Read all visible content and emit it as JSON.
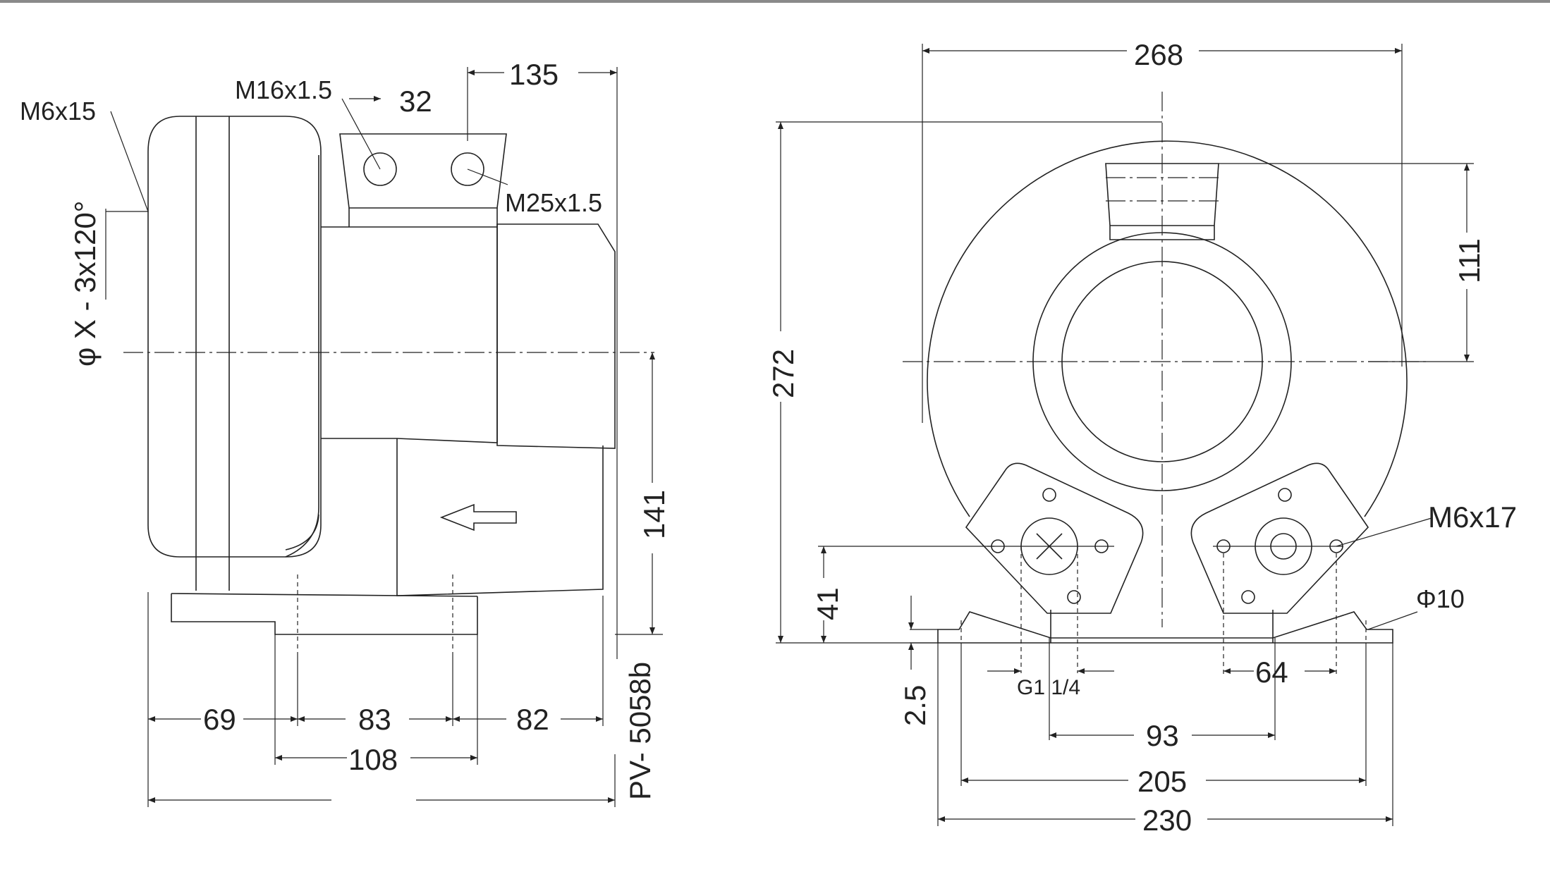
{
  "colors": {
    "line": "#222222",
    "background": "#ffffff",
    "top_bar": "#8a8a8a"
  },
  "side_view": {
    "labels": {
      "bolt_m6x15": "M6x15",
      "port_m16": "M16x1.5",
      "port_m25": "M25x1.5",
      "flange_holes": "φ X - 3x120°",
      "model": "PV- 5058b"
    },
    "dimensions": {
      "d32": "32",
      "d135": "135",
      "d141": "141",
      "d69": "69",
      "d83": "83",
      "d82": "82",
      "d108": "108"
    }
  },
  "front_view": {
    "labels": {
      "bolt_m6x17": "M6x17",
      "hole_phi10": "Φ10",
      "thread_g": "G1 1/4"
    },
    "dimensions": {
      "d268": "268",
      "d272": "272",
      "d111": "111",
      "d41": "41",
      "d2_5": "2.5",
      "d64": "64",
      "d93": "93",
      "d205": "205",
      "d230": "230"
    }
  }
}
